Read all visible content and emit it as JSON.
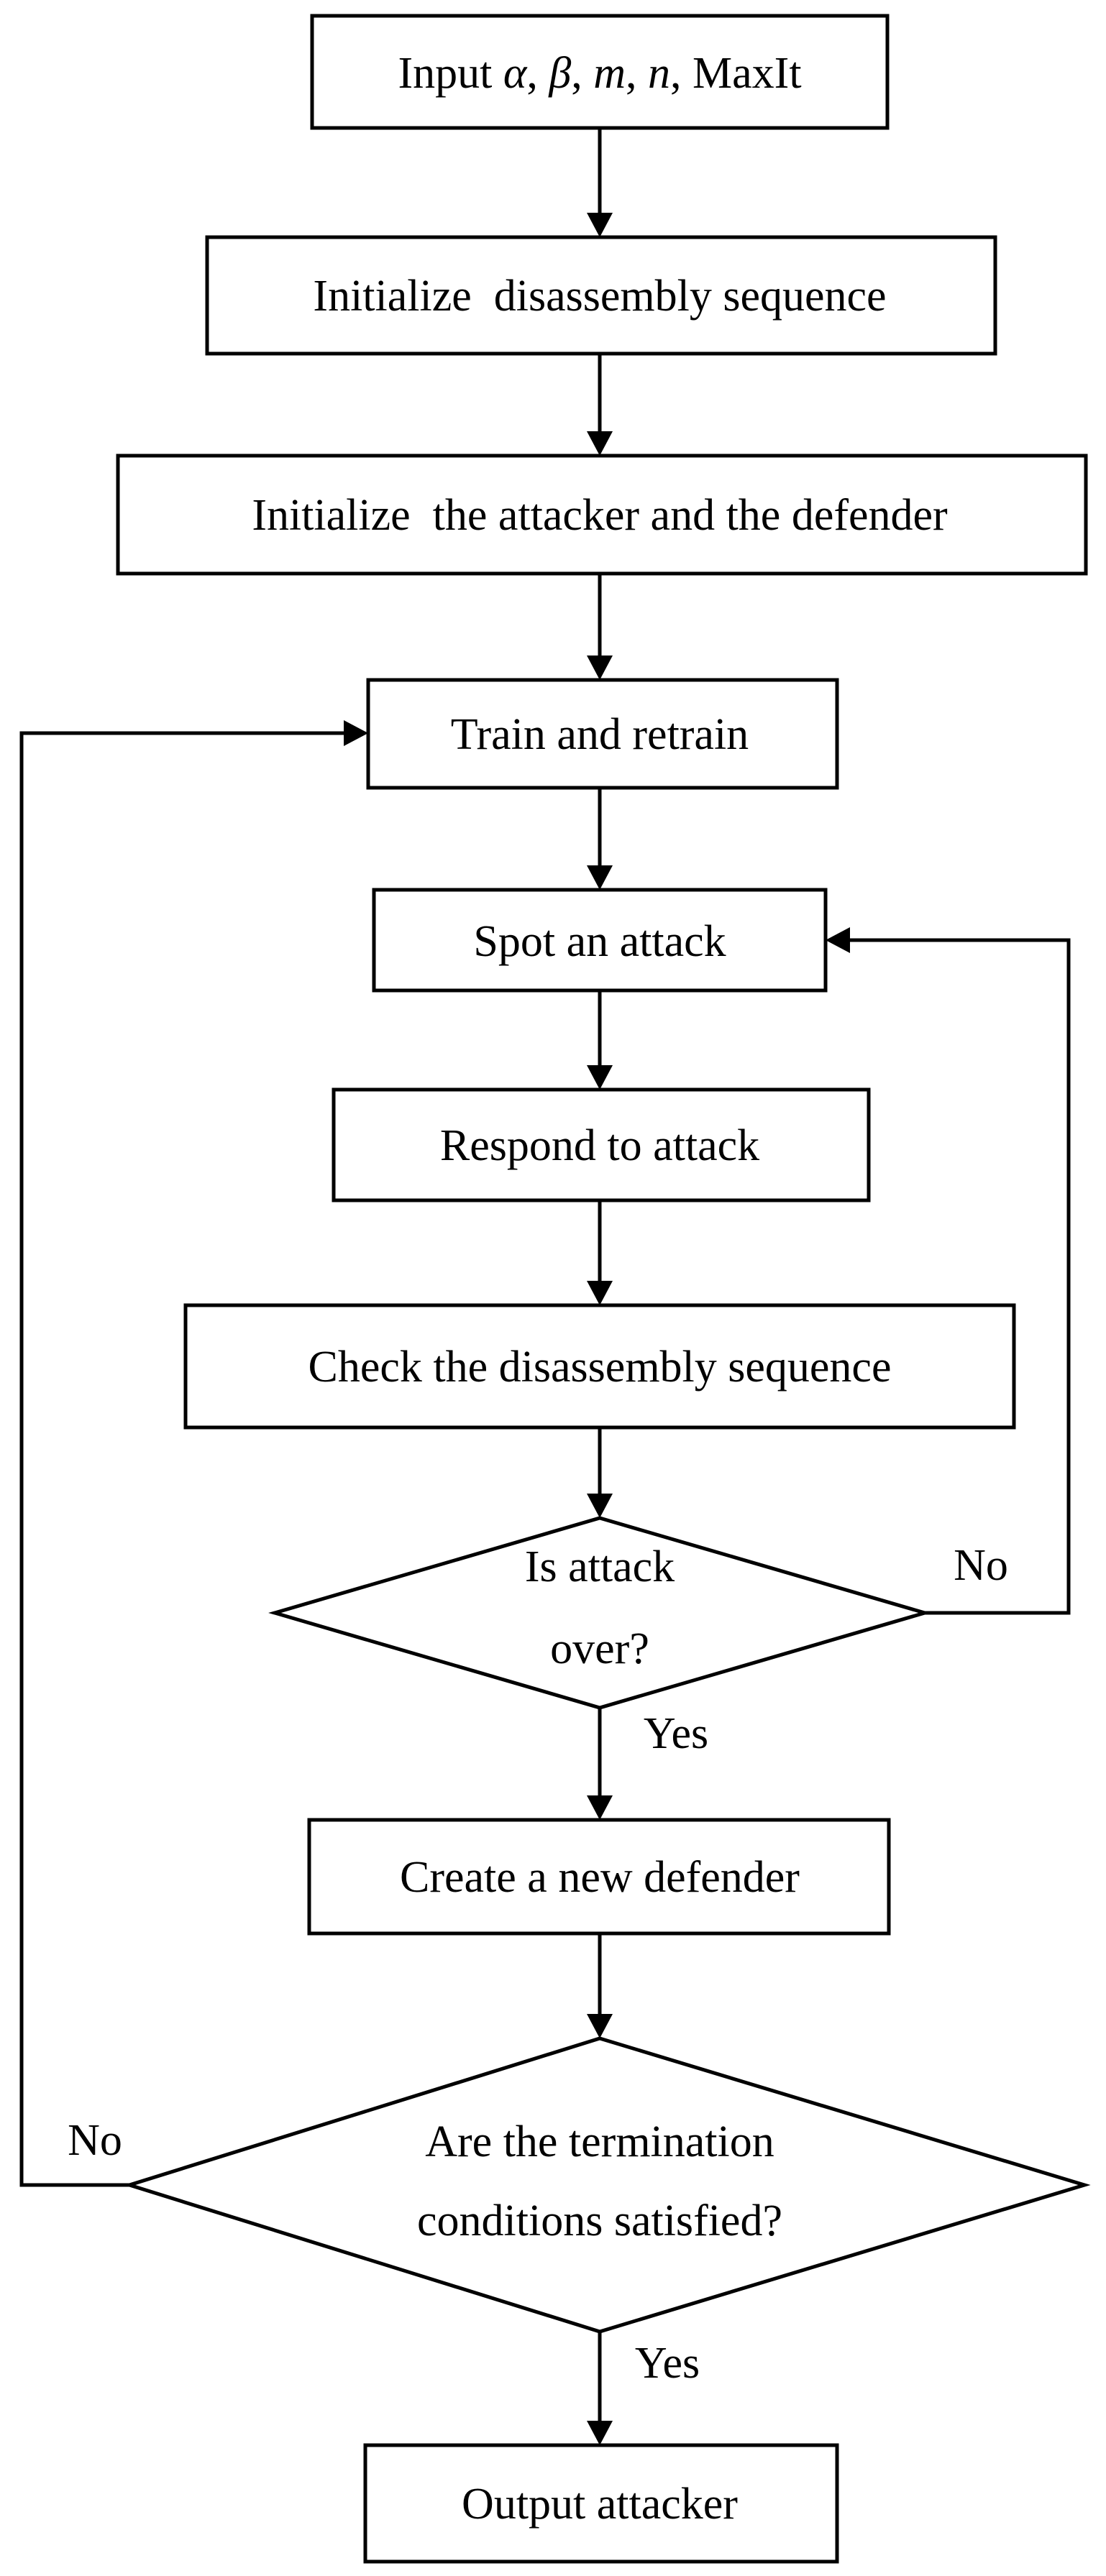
{
  "nodes": {
    "input": {
      "prefix": "Input ",
      "alpha": "α",
      "sep1": ", ",
      "beta": "β",
      "sep2": ", ",
      "m": "m",
      "sep3": ", ",
      "n": "n",
      "suffix": ", MaxIt"
    },
    "init_sequence": "Initialize  disassembly sequence",
    "init_agents": "Initialize  the attacker and the defender",
    "train": "Train and retrain",
    "spot": "Spot an attack",
    "respond": "Respond to attack",
    "check": "Check the disassembly sequence",
    "attack_over": {
      "line1": "Is attack",
      "line2": "over?"
    },
    "new_defender": "Create a new defender",
    "termination": {
      "line1": "Are the termination",
      "line2": "conditions satisfied?"
    },
    "output": "Output attacker"
  },
  "edge_labels": {
    "attack_over_no": "No",
    "attack_over_yes": "Yes",
    "termination_no": "No",
    "termination_yes": "Yes"
  }
}
